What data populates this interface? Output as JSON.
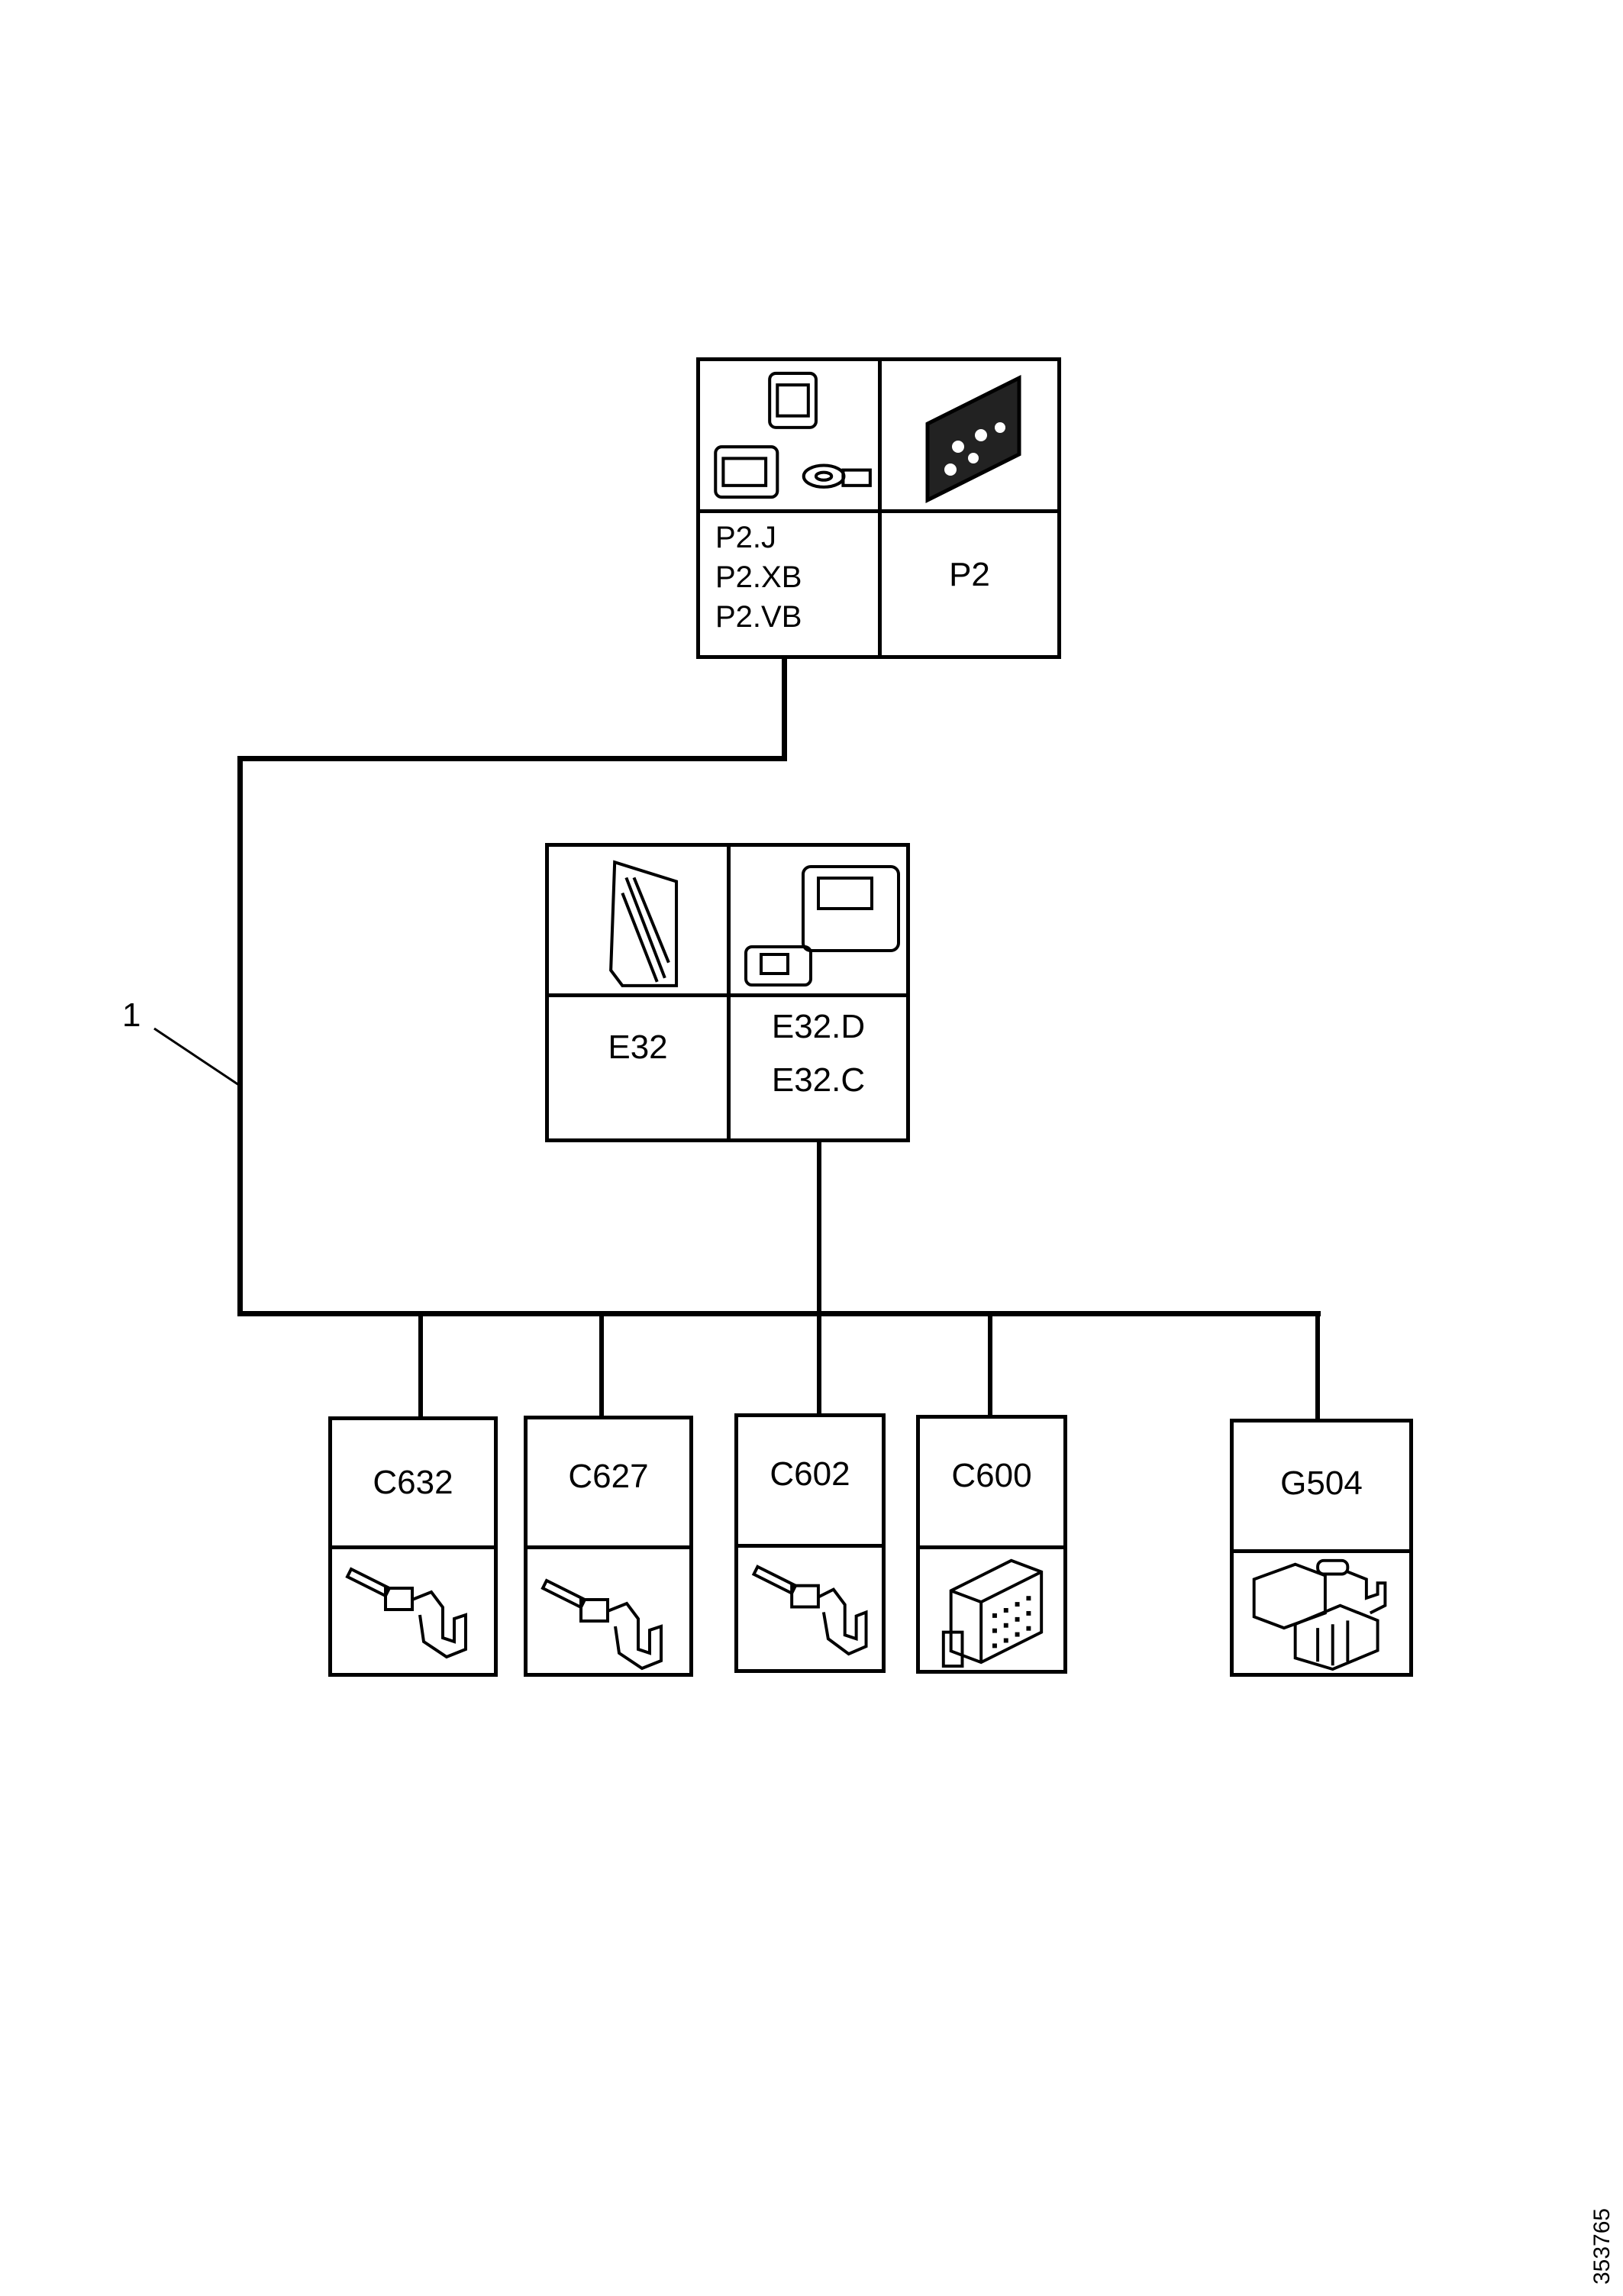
{
  "diagram": {
    "callout_label": "1",
    "document_number": "353765",
    "components": [
      {
        "id": "p2-group",
        "labels": [
          "P2.J",
          "P2.XB",
          "P2.VB"
        ],
        "icon": "connector-set-with-ring-terminal"
      },
      {
        "id": "p2",
        "labels": [
          "P2"
        ],
        "icon": "circuit-board-module"
      },
      {
        "id": "e32",
        "labels": [
          "E32"
        ],
        "icon": "module-housing"
      },
      {
        "id": "e32-dc",
        "labels": [
          "E32.D",
          "E32.C"
        ],
        "icon": "connector-pair"
      },
      {
        "id": "c632",
        "labels": [
          "C632"
        ],
        "icon": "crimp-terminal"
      },
      {
        "id": "c627",
        "labels": [
          "C627"
        ],
        "icon": "crimp-terminal"
      },
      {
        "id": "c602",
        "labels": [
          "C602"
        ],
        "icon": "crimp-terminal"
      },
      {
        "id": "c600",
        "labels": [
          "C600"
        ],
        "icon": "multi-pin-connector"
      },
      {
        "id": "g504",
        "labels": [
          "G504"
        ],
        "icon": "connector-kit"
      }
    ]
  }
}
